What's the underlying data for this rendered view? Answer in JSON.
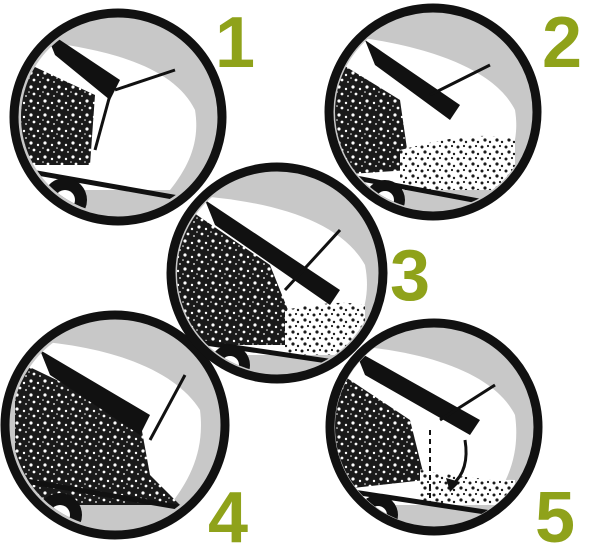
{
  "colors": {
    "step_number": "#8fa21a",
    "ring": "#111111",
    "ring_fill": "#c8c8c8",
    "interior": "#ffffff",
    "material": "#1a1a1a"
  },
  "panels": [
    {
      "number": "1",
      "stage": "material-heaped-left"
    },
    {
      "number": "2",
      "stage": "material-at-bottom"
    },
    {
      "number": "3",
      "stage": "material-filling-under-blade"
    },
    {
      "number": "4",
      "stage": "material-filled-left"
    },
    {
      "number": "5",
      "stage": "blade-rotating-arrow"
    }
  ]
}
